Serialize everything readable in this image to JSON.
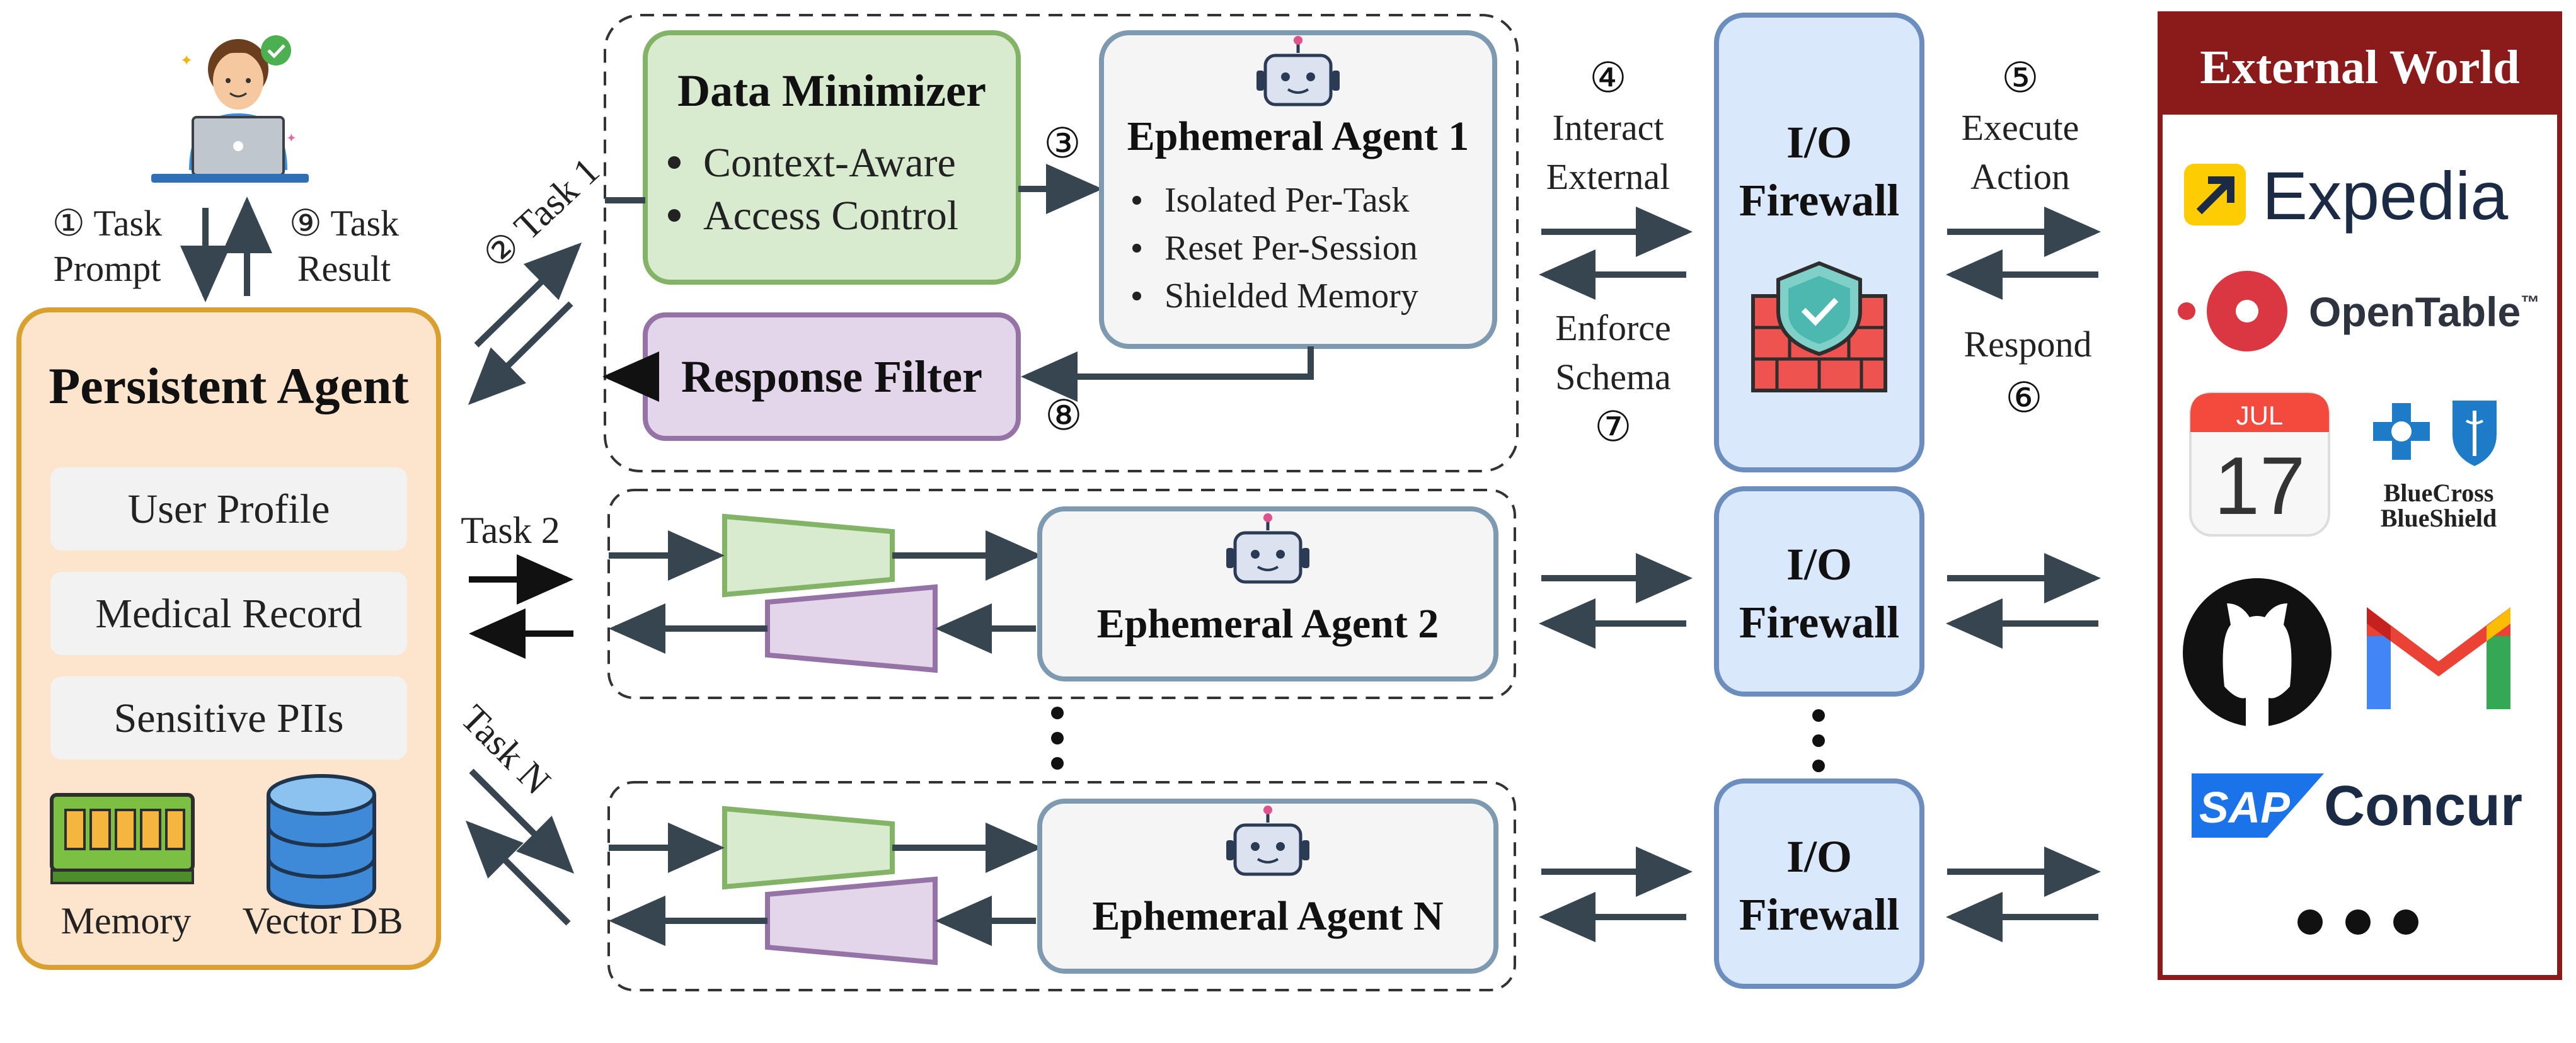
{
  "user": {
    "task_prompt": [
      "① Task",
      "Prompt"
    ],
    "task_result": [
      "⑨ Task",
      "Result"
    ]
  },
  "persistent_agent": {
    "title": "Persistent Agent",
    "items": [
      "User Profile",
      "Medical Record",
      "Sensitive PIIs"
    ],
    "memory_label": "Memory",
    "vectordb_label": "Vector DB"
  },
  "tasks": {
    "task1": "② Task 1",
    "task2": "Task 2",
    "taskN": "Task N"
  },
  "data_minimizer": {
    "title": "Data Minimizer",
    "bullets": [
      "Context-Aware",
      "Access Control"
    ]
  },
  "response_filter": {
    "title": "Response Filter"
  },
  "step_labels": {
    "s3": "③",
    "s8": "⑧"
  },
  "ephemeral1": {
    "title": "Ephemeral Agent 1",
    "bullets": [
      "Isolated Per-Task",
      "Reset Per-Session",
      "Shielded Memory"
    ]
  },
  "ephemeral2": {
    "title": "Ephemeral Agent 2"
  },
  "ephemeralN": {
    "title": "Ephemeral Agent N"
  },
  "firewall": {
    "line1": "I/O",
    "line2": "Firewall"
  },
  "interact": {
    "num": "④",
    "lines": [
      "Interact",
      "External"
    ]
  },
  "enforce": {
    "lines": [
      "Enforce",
      "Schema"
    ],
    "num": "⑦"
  },
  "execute": {
    "num": "⑤",
    "lines": [
      "Execute",
      "Action"
    ]
  },
  "respond": {
    "line": "Respond",
    "num": "⑥"
  },
  "external_world": {
    "title": "External World",
    "expedia": "Expedia",
    "opentable": "OpenTable",
    "opentable_tm": "™",
    "calendar_month": "JUL",
    "calendar_day": "17",
    "bcbs": [
      "BlueCross",
      "BlueShield"
    ],
    "sap": "SAP",
    "concur": "Concur"
  },
  "colors": {
    "persistent_fill": "#FDE4CC",
    "persistent_stroke": "#D9A030",
    "minimizer_fill": "#D8EBCF",
    "minimizer_stroke": "#82B366",
    "filter_fill": "#E3D6EA",
    "filter_stroke": "#9673A6",
    "agent_fill": "#F5F5F5",
    "agent_stroke": "#7E9AB1",
    "firewall_fill": "#DAE8FC",
    "firewall_stroke": "#6C8EBF",
    "external_stroke": "#8B1A1A",
    "arrow": "#36454F"
  }
}
